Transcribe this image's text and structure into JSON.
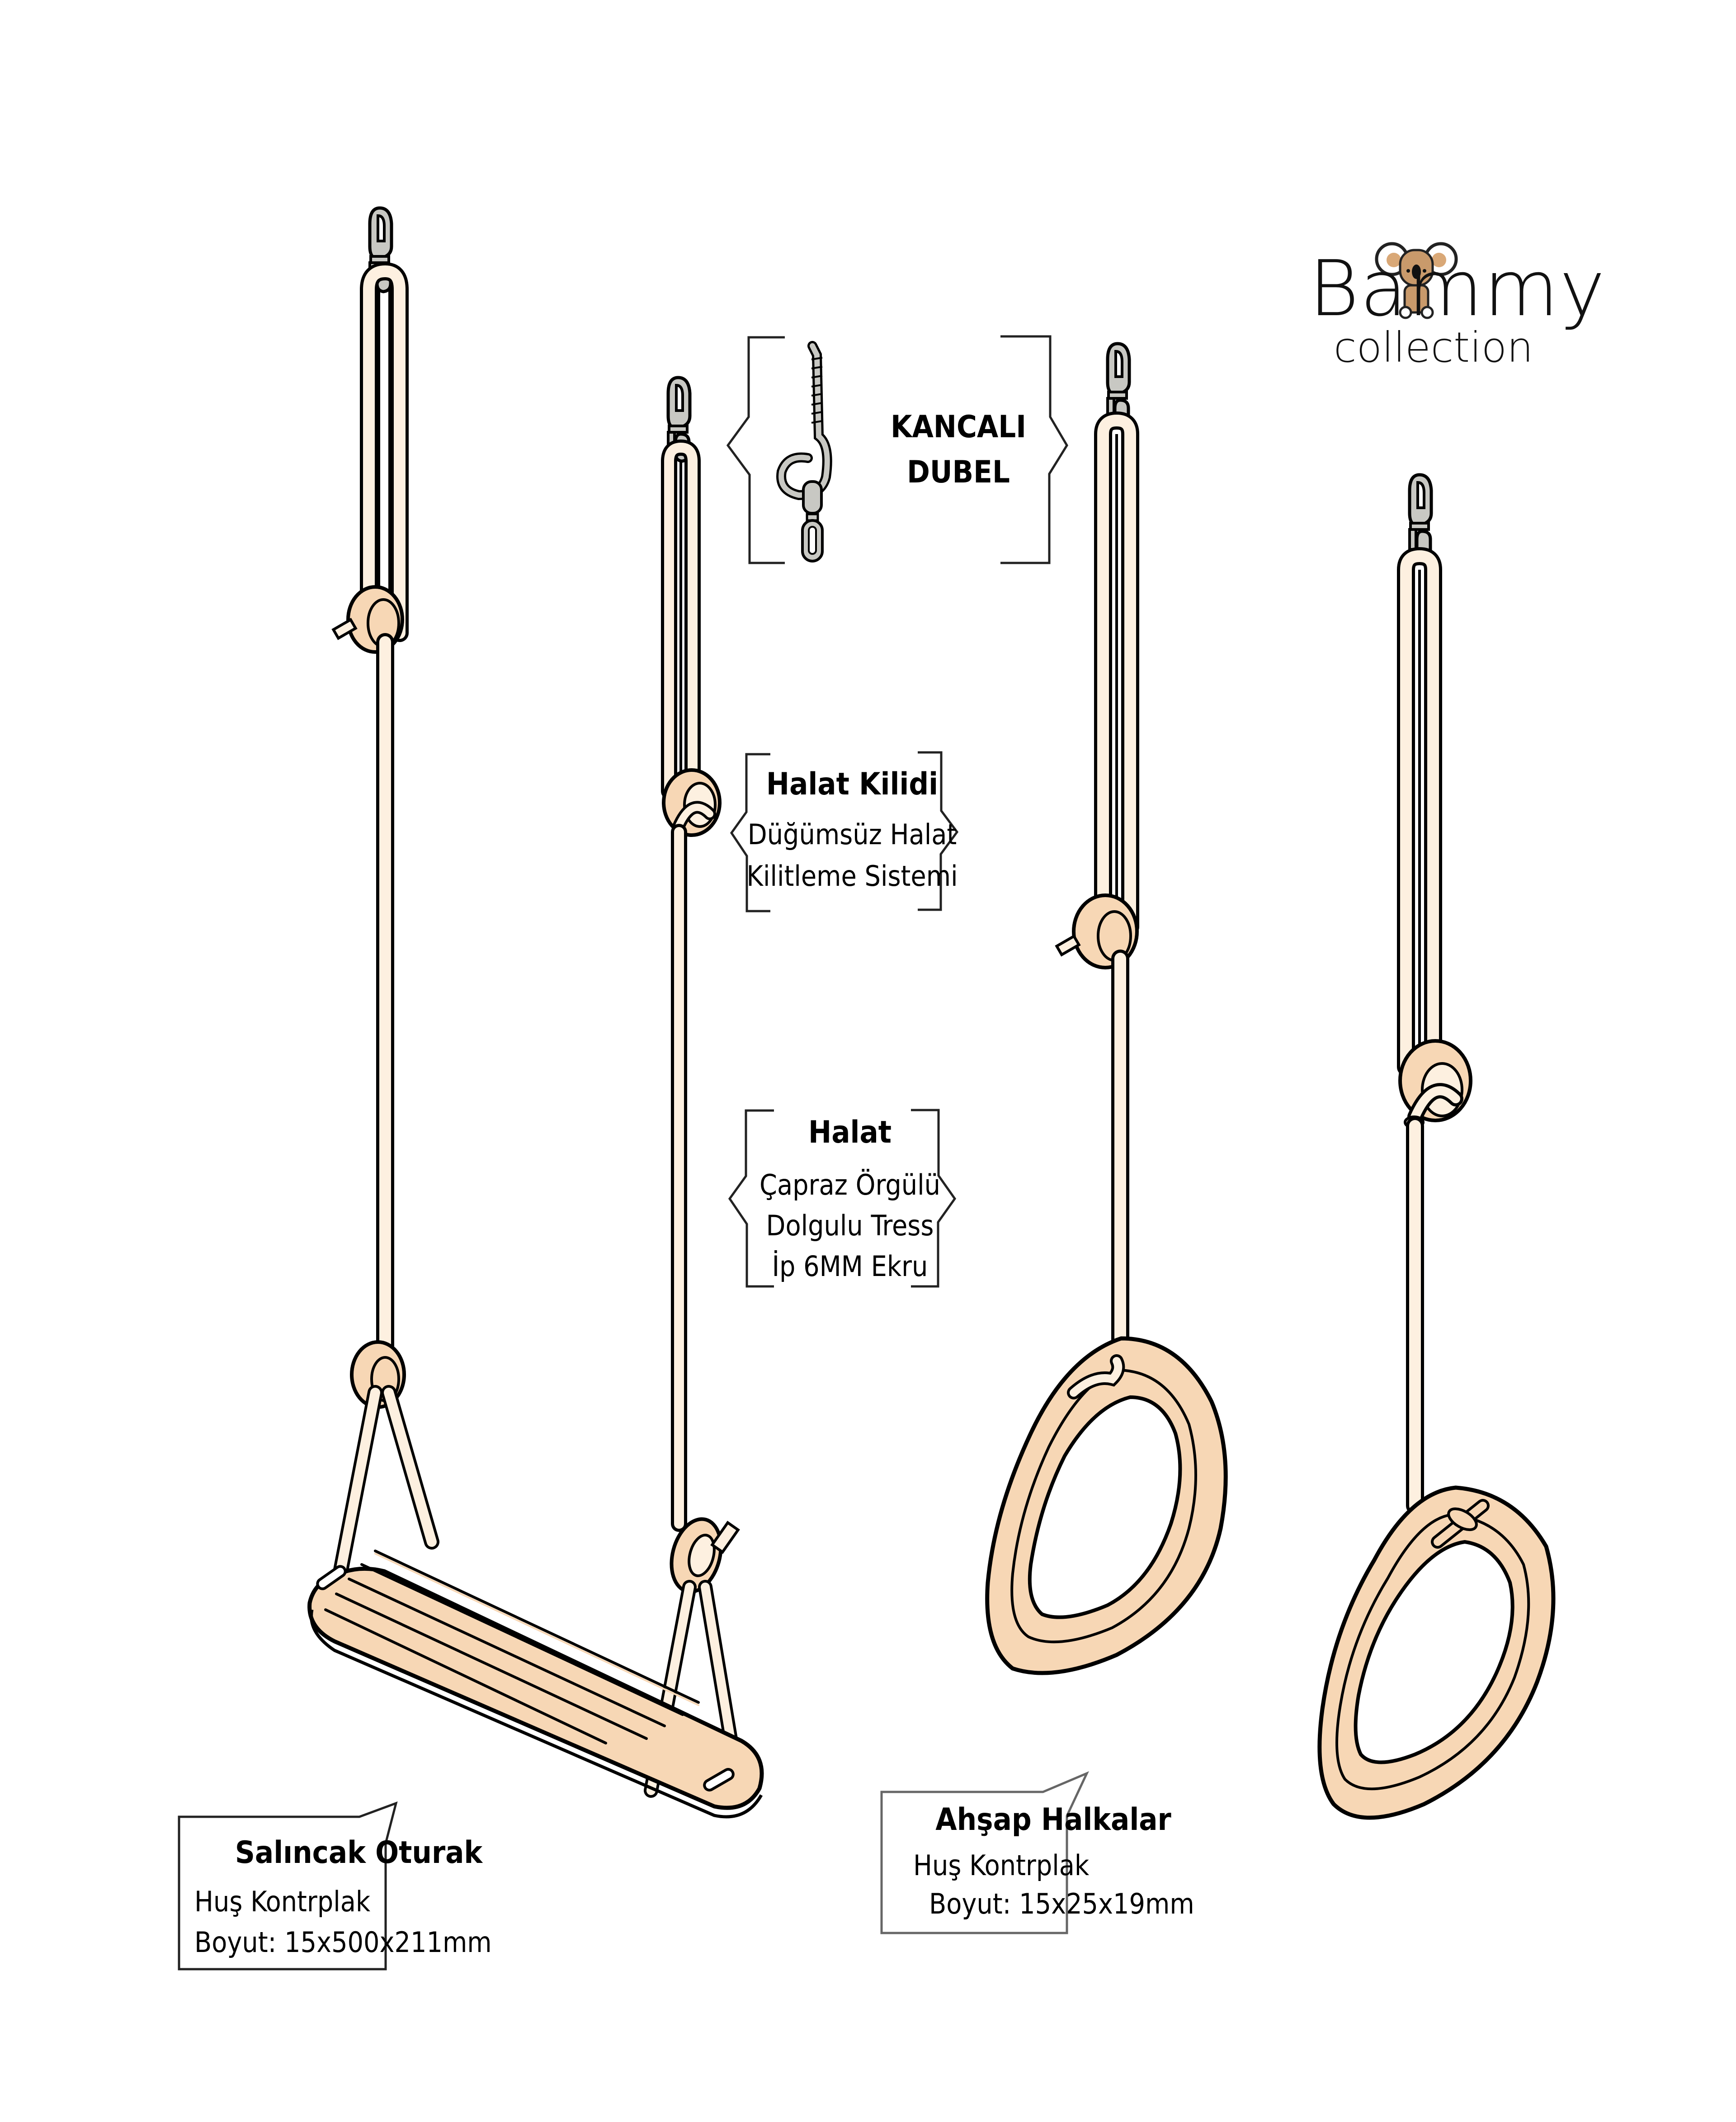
{
  "brand": {
    "name": "Bammy",
    "subtitle": "collection",
    "mascot": "koala-icon"
  },
  "colors": {
    "wood": "#F7D7B5",
    "rope": "#FDF0E0",
    "metal": "#C8C8C3",
    "outline": "#000000",
    "callout_border": "#222222",
    "callout_border_light": "#666666"
  },
  "callouts": {
    "hook": {
      "title_line1": "KANCALI",
      "title_line2": "DUBEL",
      "icon": "hook-screw-icon"
    },
    "rope_lock": {
      "title": "Halat Kilidi",
      "line1": "Düğümsüz Halat",
      "line2": "Kilitleme Sistemi"
    },
    "rope": {
      "title": "Halat",
      "line1": "Çapraz Örgülü",
      "line2": "Dolgulu Tress",
      "line3": "İp 6MM Ekru"
    },
    "swing_seat": {
      "title": "Salıncak Oturak",
      "material": "Huş Kontrplak",
      "size": "Boyut: 15x500x211mm"
    },
    "wooden_rings": {
      "title": "Ahşap Halkalar",
      "material": "Huş Kontrplak",
      "size": "Boyut: 15x25x19mm"
    }
  },
  "products": [
    {
      "name": "swing-seat",
      "label": "Salıncak Oturak"
    },
    {
      "name": "wooden-ring-left",
      "label": "Ahşap Halkalar"
    },
    {
      "name": "wooden-ring-right",
      "label": "Ahşap Halkalar"
    }
  ]
}
